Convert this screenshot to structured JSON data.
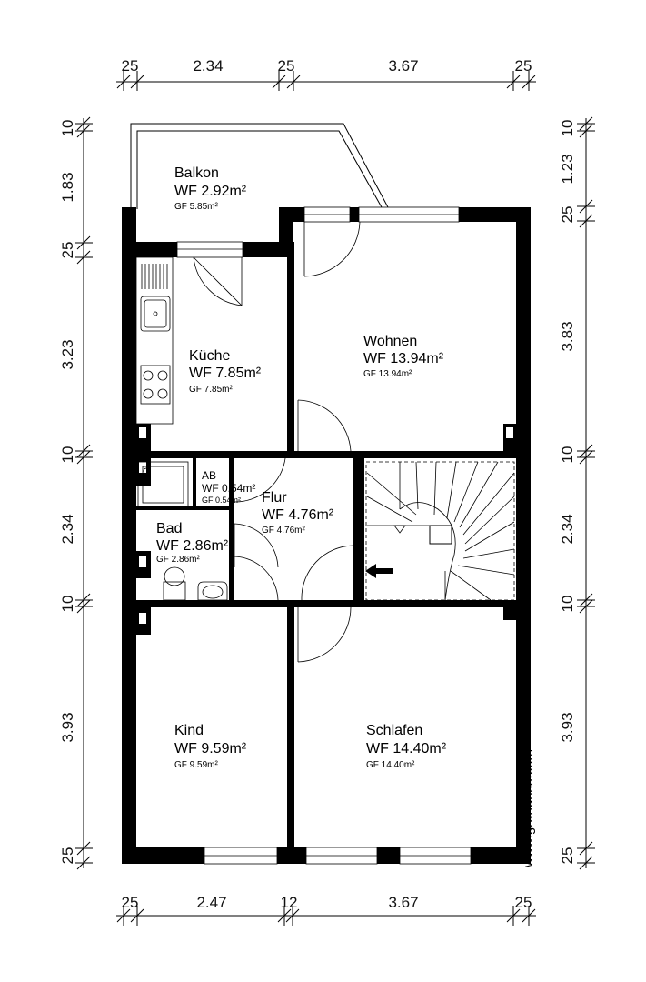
{
  "dimensions": {
    "top": [
      "25",
      "2.34",
      "25",
      "3.67",
      "25"
    ],
    "bottom": [
      "25",
      "2.47",
      "12",
      "3.67",
      "25"
    ],
    "left": [
      "10",
      "1.83",
      "25",
      "3.23",
      "10",
      "2.34",
      "10",
      "3.93",
      "25"
    ],
    "right": [
      "10",
      "1.23",
      "25",
      "3.83",
      "10",
      "2.34",
      "10",
      "3.93",
      "25"
    ]
  },
  "rooms": {
    "balkon": {
      "name": "Balkon",
      "wf": "WF 2.92m²",
      "gf": "GF 5.85m²"
    },
    "kueche": {
      "name": "Küche",
      "wf": "WF 7.85m²",
      "gf": "GF 7.85m²"
    },
    "wohnen": {
      "name": "Wohnen",
      "wf": "WF 13.94m²",
      "gf": "GF 13.94m²"
    },
    "ab": {
      "name": "AB",
      "wf": "WF 0.54m²",
      "gf": "GF 0.54m²"
    },
    "flur": {
      "name": "Flur",
      "wf": "WF 4.76m²",
      "gf": "GF 4.76m²"
    },
    "bad": {
      "name": "Bad",
      "wf": "WF 2.86m²",
      "gf": "GF 2.86m²"
    },
    "kind": {
      "name": "Kind",
      "wf": "WF 9.59m²",
      "gf": "GF 9.59m²"
    },
    "schlafen": {
      "name": "Schlafen",
      "wf": "WF 14.40m²",
      "gf": "GF 14.40m²"
    }
  },
  "watermark": "www.grundriss.com"
}
